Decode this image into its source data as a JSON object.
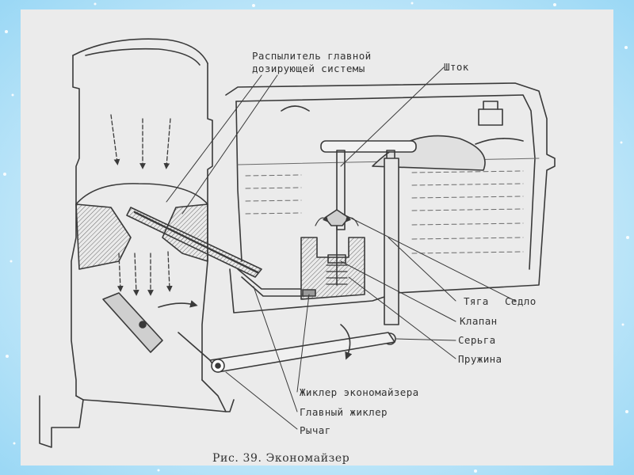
{
  "diagram": {
    "labels": {
      "sprayer_line1": "Распылитель главной",
      "sprayer_line2": "дозирующей системы",
      "shtok": "Шток",
      "tyaga": "Тяга",
      "sedlo": "Седло",
      "klapan": "Клапан",
      "serga": "Серьга",
      "pruzhina": "Пружина",
      "econ_jet": "Жиклер экономайзера",
      "main_jet": "Главный жиклер",
      "lever": "Рычаг"
    },
    "caption": "Рис. 39. Экономайзер"
  },
  "colors": {
    "border": "#8fd3f2",
    "sheet": "#ebebeb",
    "ink": "#3a3a3a"
  }
}
